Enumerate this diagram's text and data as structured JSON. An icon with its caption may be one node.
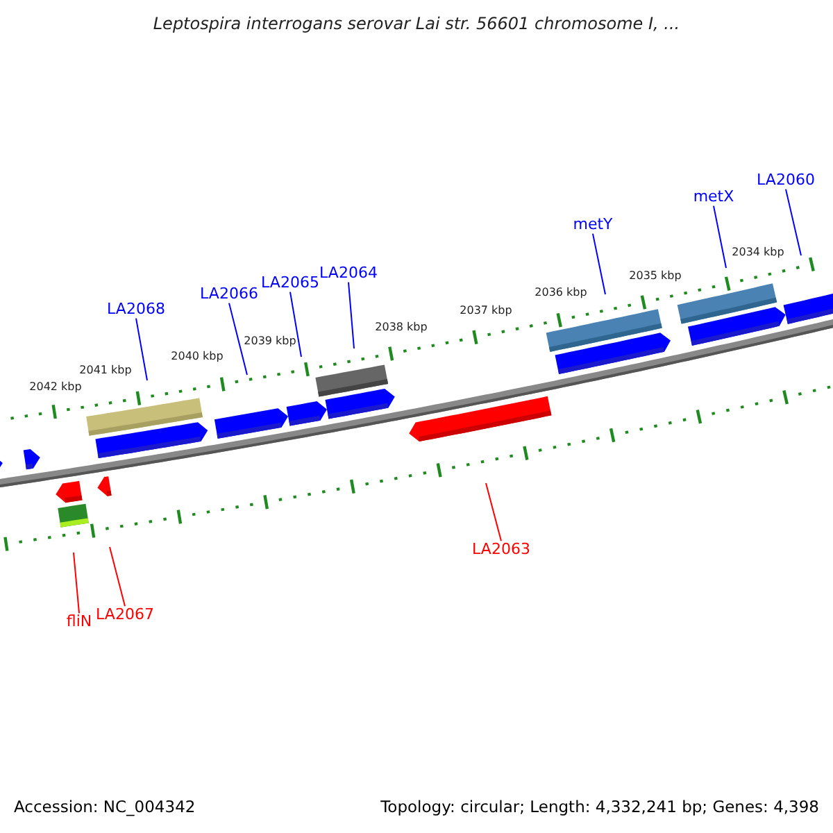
{
  "diagram": {
    "title": "Leptospira interrogans serovar Lai str. 56601 chromosome I, ...",
    "nodes": [
      {
        "text": [
          "LA2068"
        ]
      },
      {
        "text": [
          "LA2066"
        ]
      },
      {
        "text": [
          "LA2065"
        ]
      },
      {
        "text": [
          "LA2064"
        ]
      },
      {
        "text": [
          "metY"
        ]
      },
      {
        "text": [
          "metX"
        ]
      },
      {
        "text": [
          "LA2060"
        ]
      },
      {
        "text": [
          "fliN"
        ]
      },
      {
        "text": [
          "LA2067"
        ]
      },
      {
        "text": [
          "LA2063"
        ]
      }
    ],
    "edges": [
      {
        "from": 0,
        "to": null,
        "arrow": "none"
      },
      {
        "from": 1,
        "to": null,
        "arrow": "none"
      },
      {
        "from": 2,
        "to": null,
        "arrow": "none"
      },
      {
        "from": 3,
        "to": null,
        "arrow": "none"
      },
      {
        "from": 4,
        "to": null,
        "arrow": "none"
      },
      {
        "from": 5,
        "to": null,
        "arrow": "none"
      },
      {
        "from": 6,
        "to": null,
        "arrow": "none"
      },
      {
        "from": 7,
        "to": null,
        "arrow": "none",
        "color": "#ff0000"
      },
      {
        "from": 8,
        "to": null,
        "arrow": "none",
        "color": "#ff0000"
      },
      {
        "from": 9,
        "to": null,
        "arrow": "none",
        "color": "#ff0000"
      }
    ],
    "labels": [
      "2042 kbp",
      "2041 kbp",
      "2040 kbp",
      "2039 kbp",
      "2038 kbp",
      "2037 kbp",
      "2036 kbp",
      "2035 kbp",
      "2034 kbp",
      "Accession: NC_004342",
      "Topology: circular; Length: 4,332,241 bp; Genes: 4,398"
    ]
  }
}
